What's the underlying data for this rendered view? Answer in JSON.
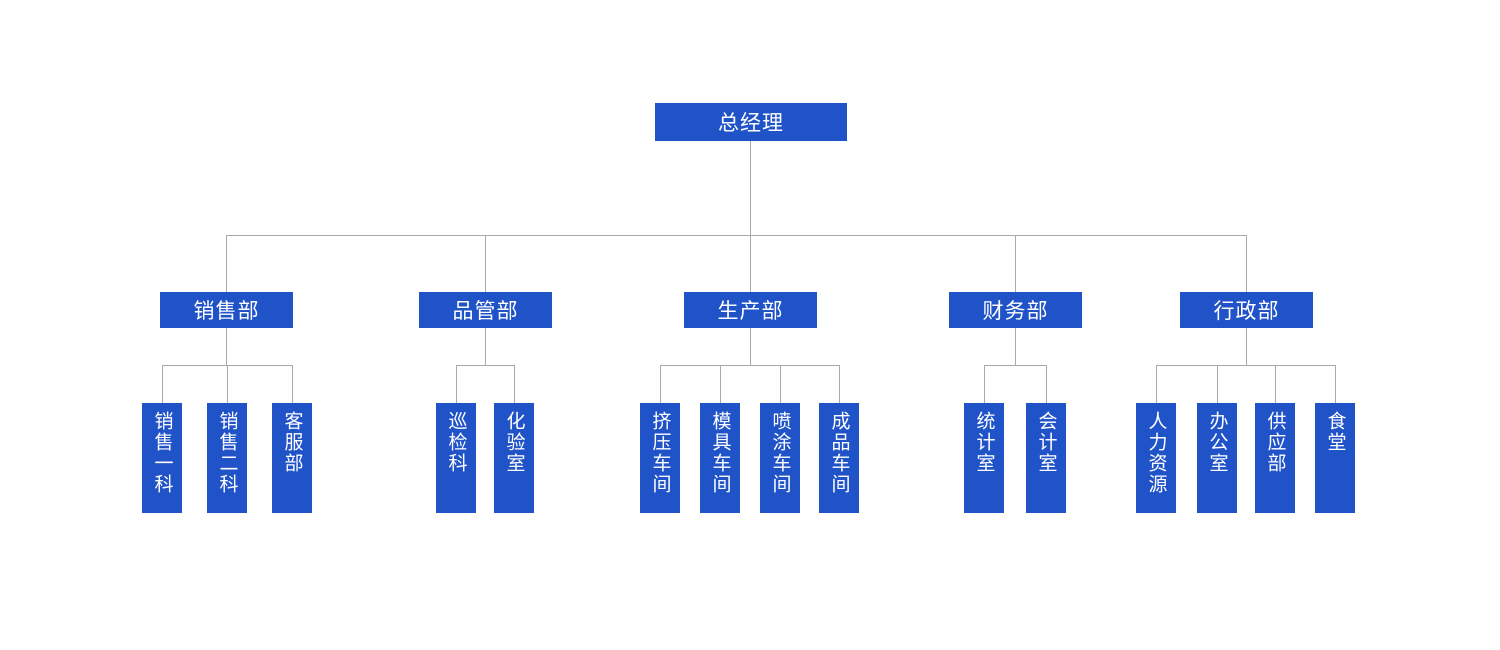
{
  "org": {
    "root": "总经理",
    "departments": [
      {
        "name": "销售部",
        "units": [
          "销售一科",
          "销售二科",
          "客服部"
        ]
      },
      {
        "name": "品管部",
        "units": [
          "巡检科",
          "化验室"
        ]
      },
      {
        "name": "生产部",
        "units": [
          "挤压车间",
          "模具车间",
          "喷涂车间",
          "成品车间"
        ]
      },
      {
        "name": "财务部",
        "units": [
          "统计室",
          "会计室"
        ]
      },
      {
        "name": "行政部",
        "units": [
          "人力资源",
          "办公室",
          "供应部",
          "食堂"
        ]
      }
    ]
  },
  "colors": {
    "node_bg": "#2053c8",
    "node_text": "#ffffff",
    "connector": "#a9a9a9",
    "background": "#ffffff"
  }
}
